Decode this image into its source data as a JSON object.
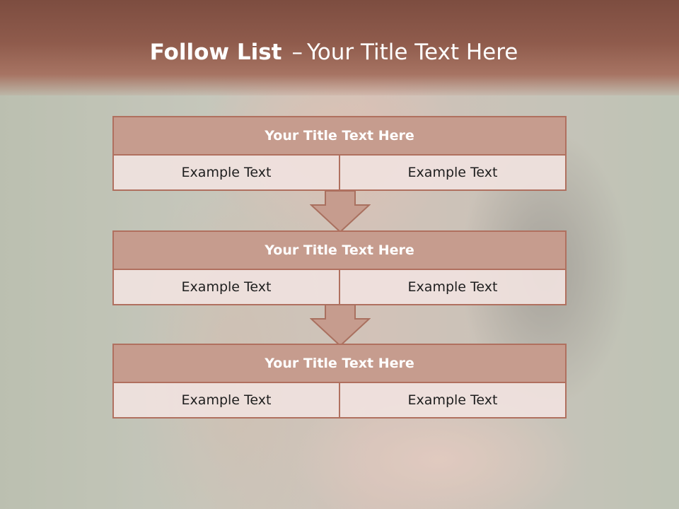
{
  "title": {
    "bold": "Follow List",
    "separator": "–",
    "rest": "Your Title Text Here"
  },
  "steps": [
    {
      "title": "Your Title Text Here",
      "left": "Example Text",
      "right": "Example Text"
    },
    {
      "title": "Your Title Text Here",
      "left": "Example Text",
      "right": "Example Text"
    },
    {
      "title": "Your Title Text Here",
      "left": "Example Text",
      "right": "Example Text"
    }
  ],
  "colors": {
    "header_band": "#8f5b4c",
    "box_header": "#c69c8e",
    "box_border": "#b0705f",
    "box_cell": "#f0e2de"
  }
}
